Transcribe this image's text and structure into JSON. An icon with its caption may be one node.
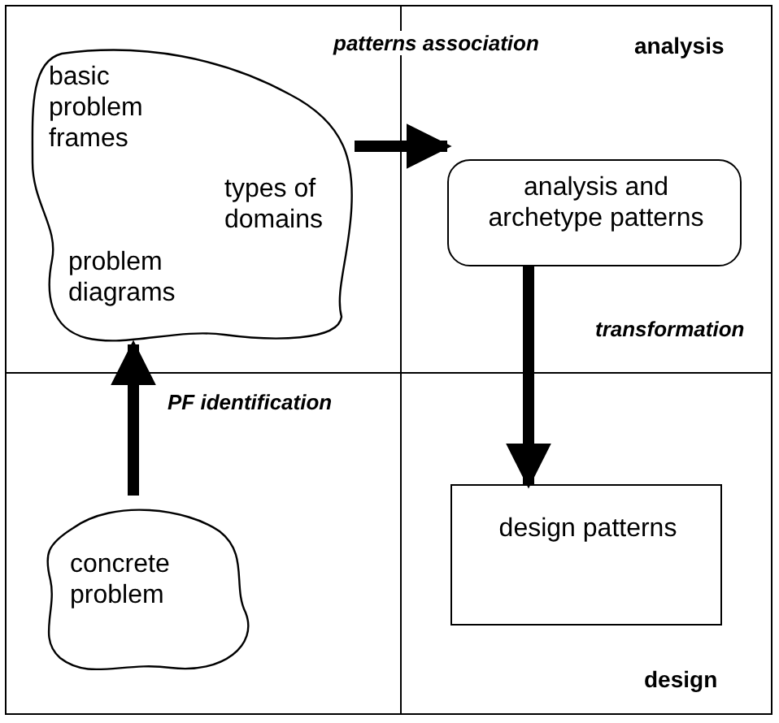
{
  "diagram": {
    "nodes": [
      {
        "text": [
          "basic problem frames",
          "types of domains",
          "problem diagrams"
        ]
      },
      {
        "text": [
          "analysis and archetype patterns"
        ]
      },
      {
        "text": [
          "design patterns"
        ]
      },
      {
        "text": [
          "concrete problem"
        ]
      }
    ],
    "edges": [
      {
        "from": 0,
        "to": 1,
        "arrow": "to",
        "label": "patterns association"
      },
      {
        "from": 1,
        "to": 2,
        "arrow": "to",
        "label": "transformation"
      },
      {
        "from": 3,
        "to": 0,
        "arrow": "to",
        "label": "PF identification"
      }
    ],
    "labels": [
      "analysis",
      "design"
    ]
  }
}
